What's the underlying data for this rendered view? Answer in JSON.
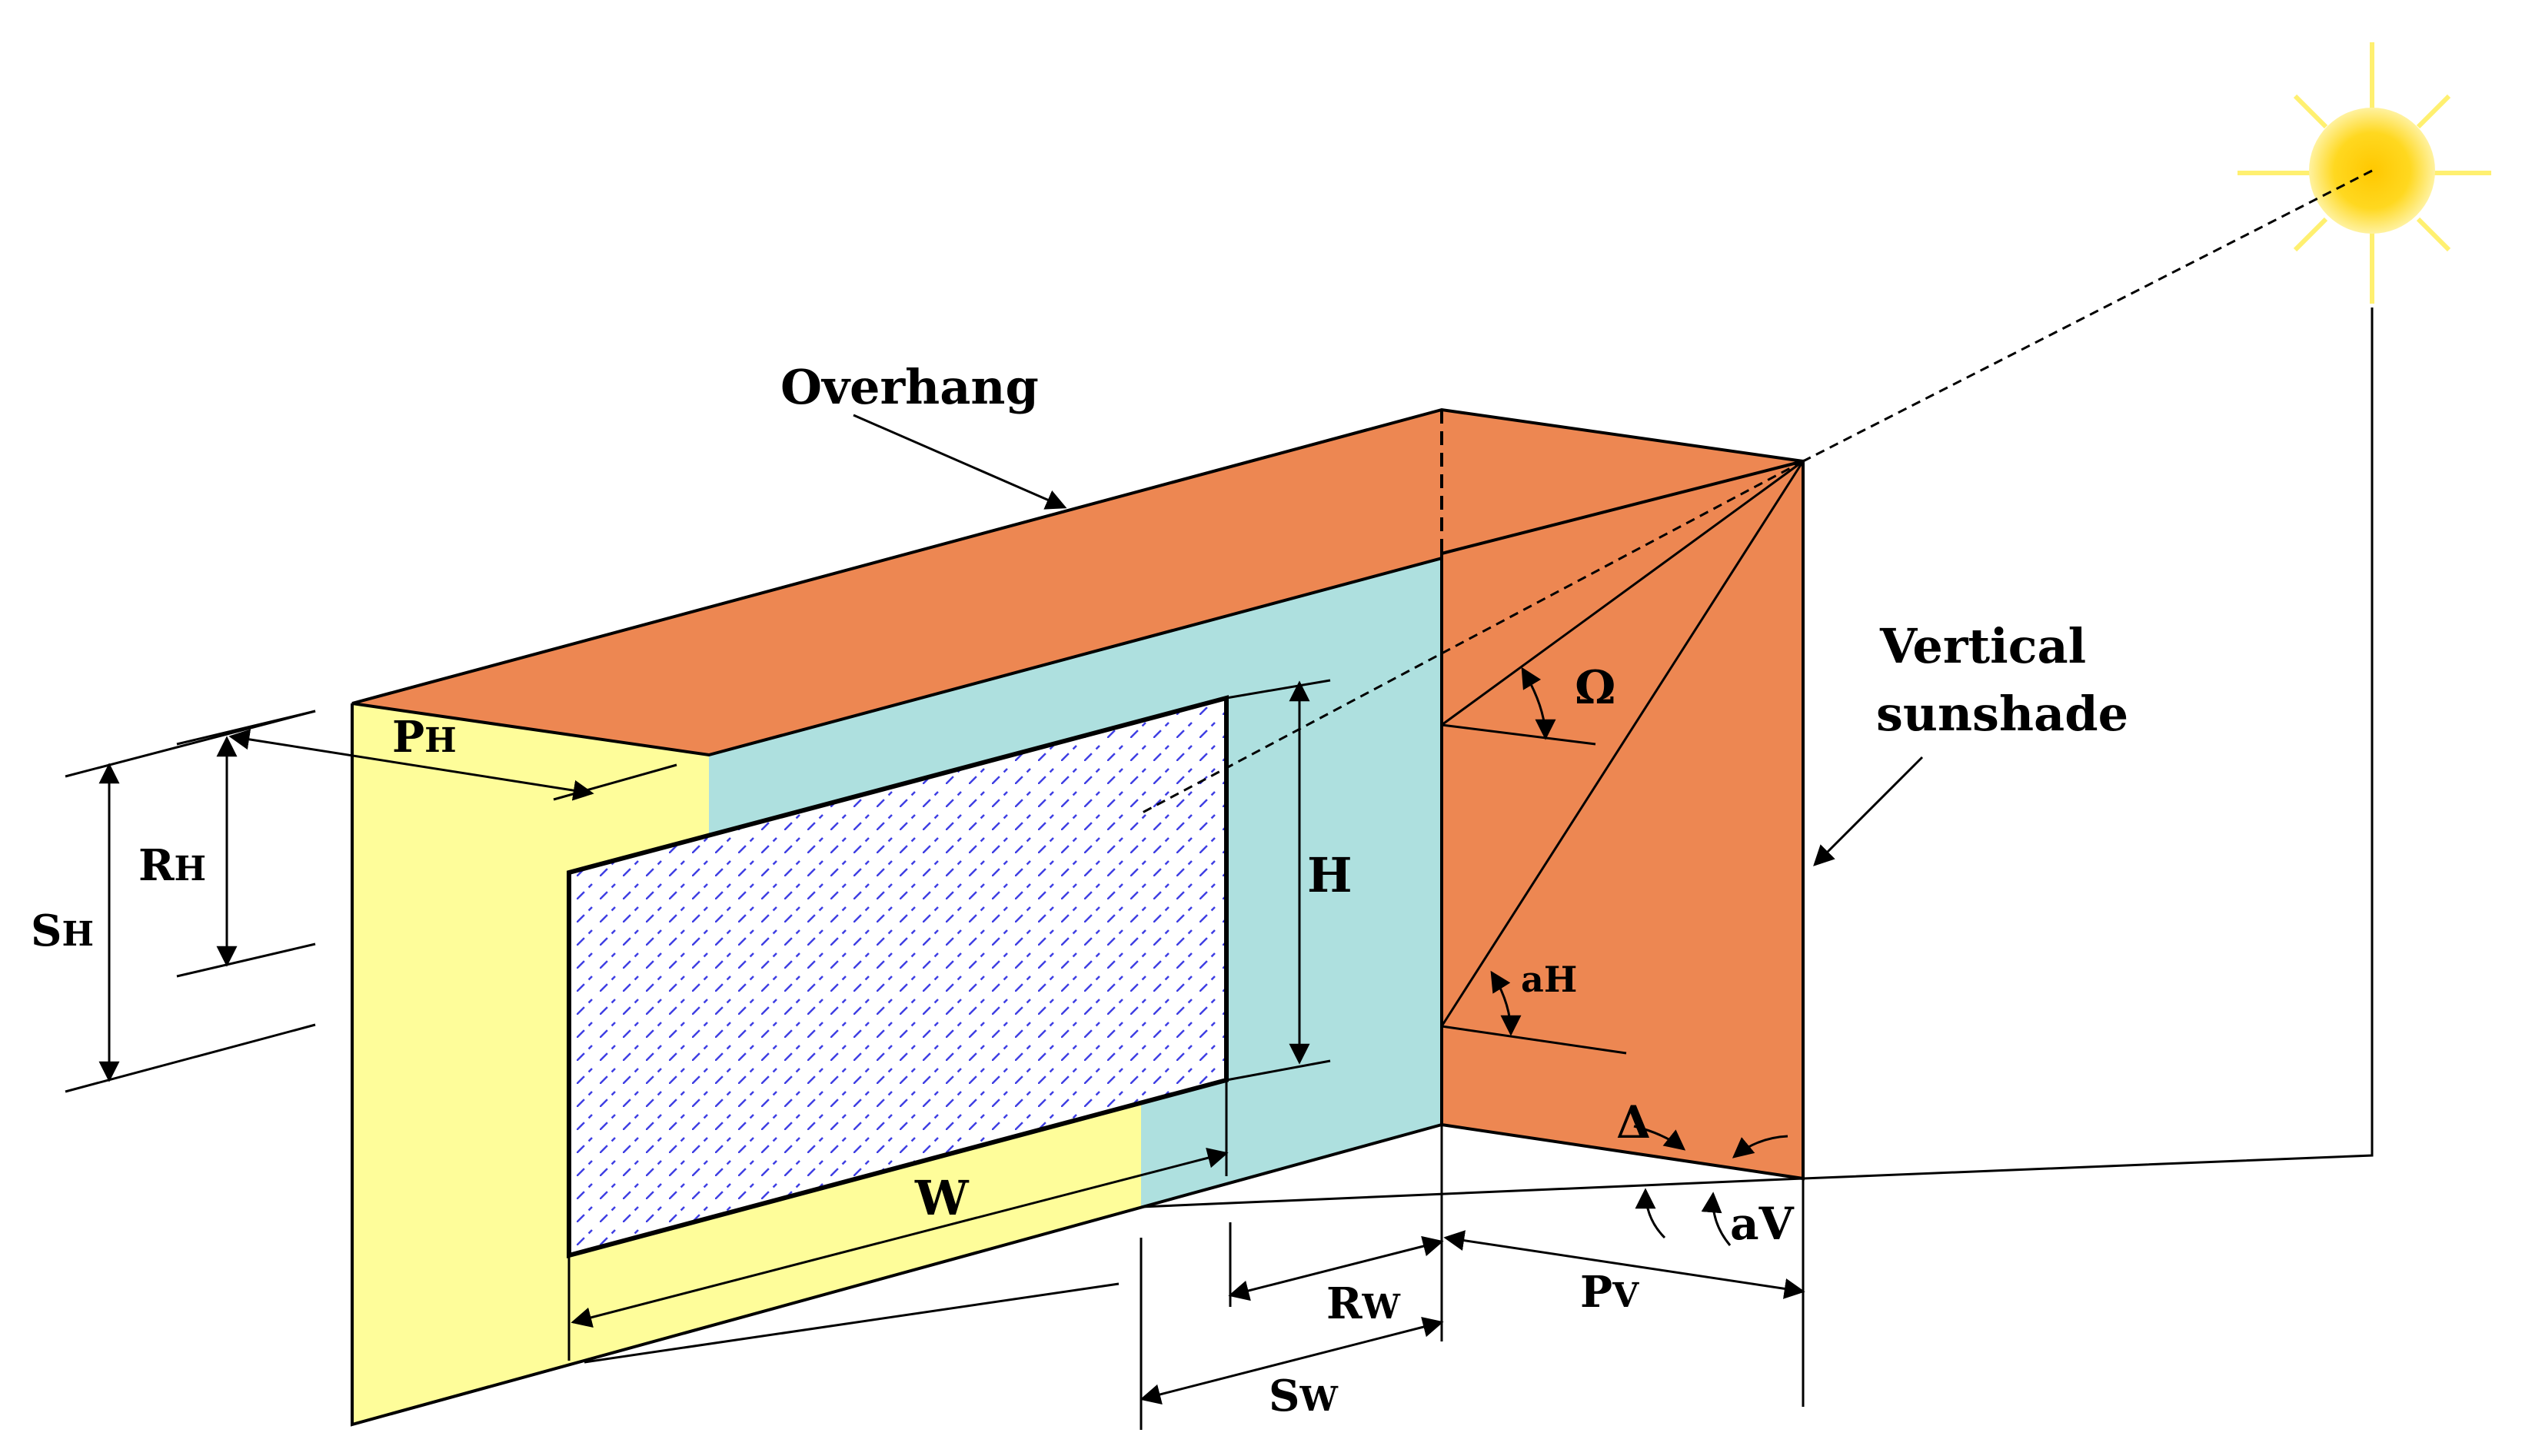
{
  "labels": {
    "overhang": "Overhang",
    "vertical": "Vertical",
    "sunshade": "sunshade",
    "omega": "Ω",
    "delta": "Δ",
    "ph_main": "P",
    "ph_sub": "H",
    "rh_main": "R",
    "rh_sub": "H",
    "sh_main": "S",
    "sh_sub": "H",
    "h": "H",
    "w": "W",
    "ah_main": "a",
    "ah_sub": "H",
    "av_main": "a",
    "av_sub": "V",
    "rw_main": "R",
    "rw_sub": "W",
    "sw_main": "S",
    "sw_sub": "W",
    "pv_main": "P",
    "pv_sub": "V"
  },
  "colors": {
    "wall": "#fefd9a",
    "shadow": "#aee0df",
    "overhang": "#ed8752",
    "sunshade": "#ed8752",
    "window": "#ffffff",
    "hatch": "#2a2ae0",
    "sun_center": "#ffd820",
    "sun_edge": "#ffee88",
    "ray": "#fff070"
  }
}
